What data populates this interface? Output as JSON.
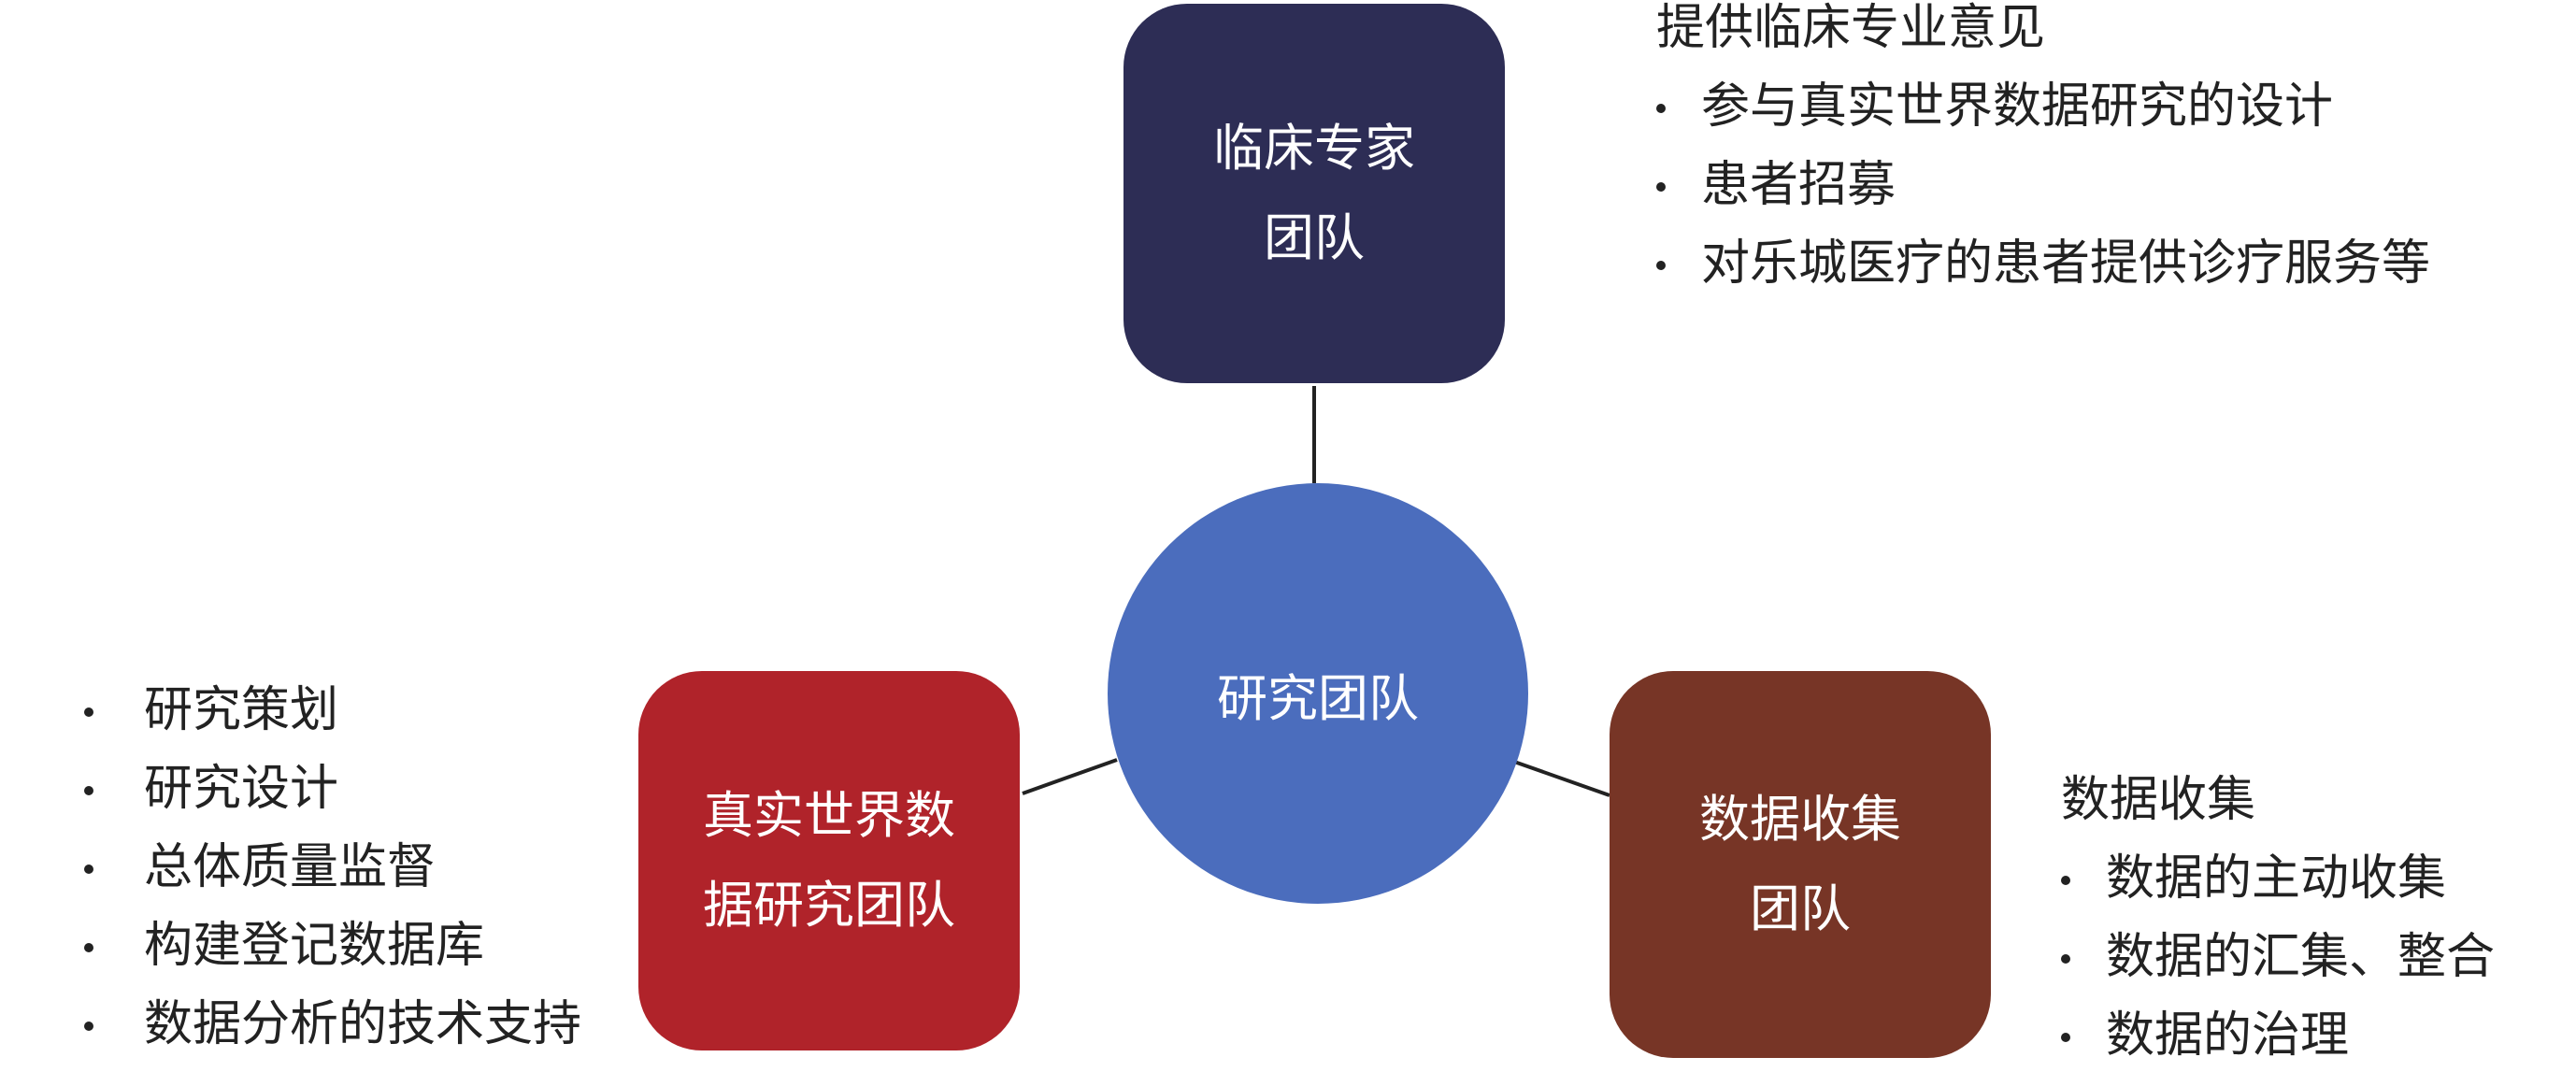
{
  "center": {
    "label": "研究团队"
  },
  "nodes": {
    "clinical": {
      "label_lines": [
        "临床专家",
        "团队"
      ],
      "color": "#2d2d55",
      "heading": "提供临床专业意见",
      "items": [
        "参与真实世界数据研究的设计",
        "患者招募",
        "对乐城医疗的患者提供诊疗服务等"
      ]
    },
    "rwd": {
      "label_lines": [
        "真实世界数",
        "据研究团队"
      ],
      "color": "#b0232a",
      "items": [
        "研究策划",
        "研究设计",
        "总体质量监督",
        "构建登记数据库",
        "数据分析的技术支持"
      ]
    },
    "data_collection": {
      "label_lines": [
        "数据收集",
        "团队"
      ],
      "color": "#773526",
      "heading": "数据收集",
      "items": [
        "数据的主动收集",
        "数据的汇集、整合",
        "数据的治理"
      ]
    }
  },
  "colors": {
    "center": "#4b6dbd",
    "connector": "#222222"
  }
}
